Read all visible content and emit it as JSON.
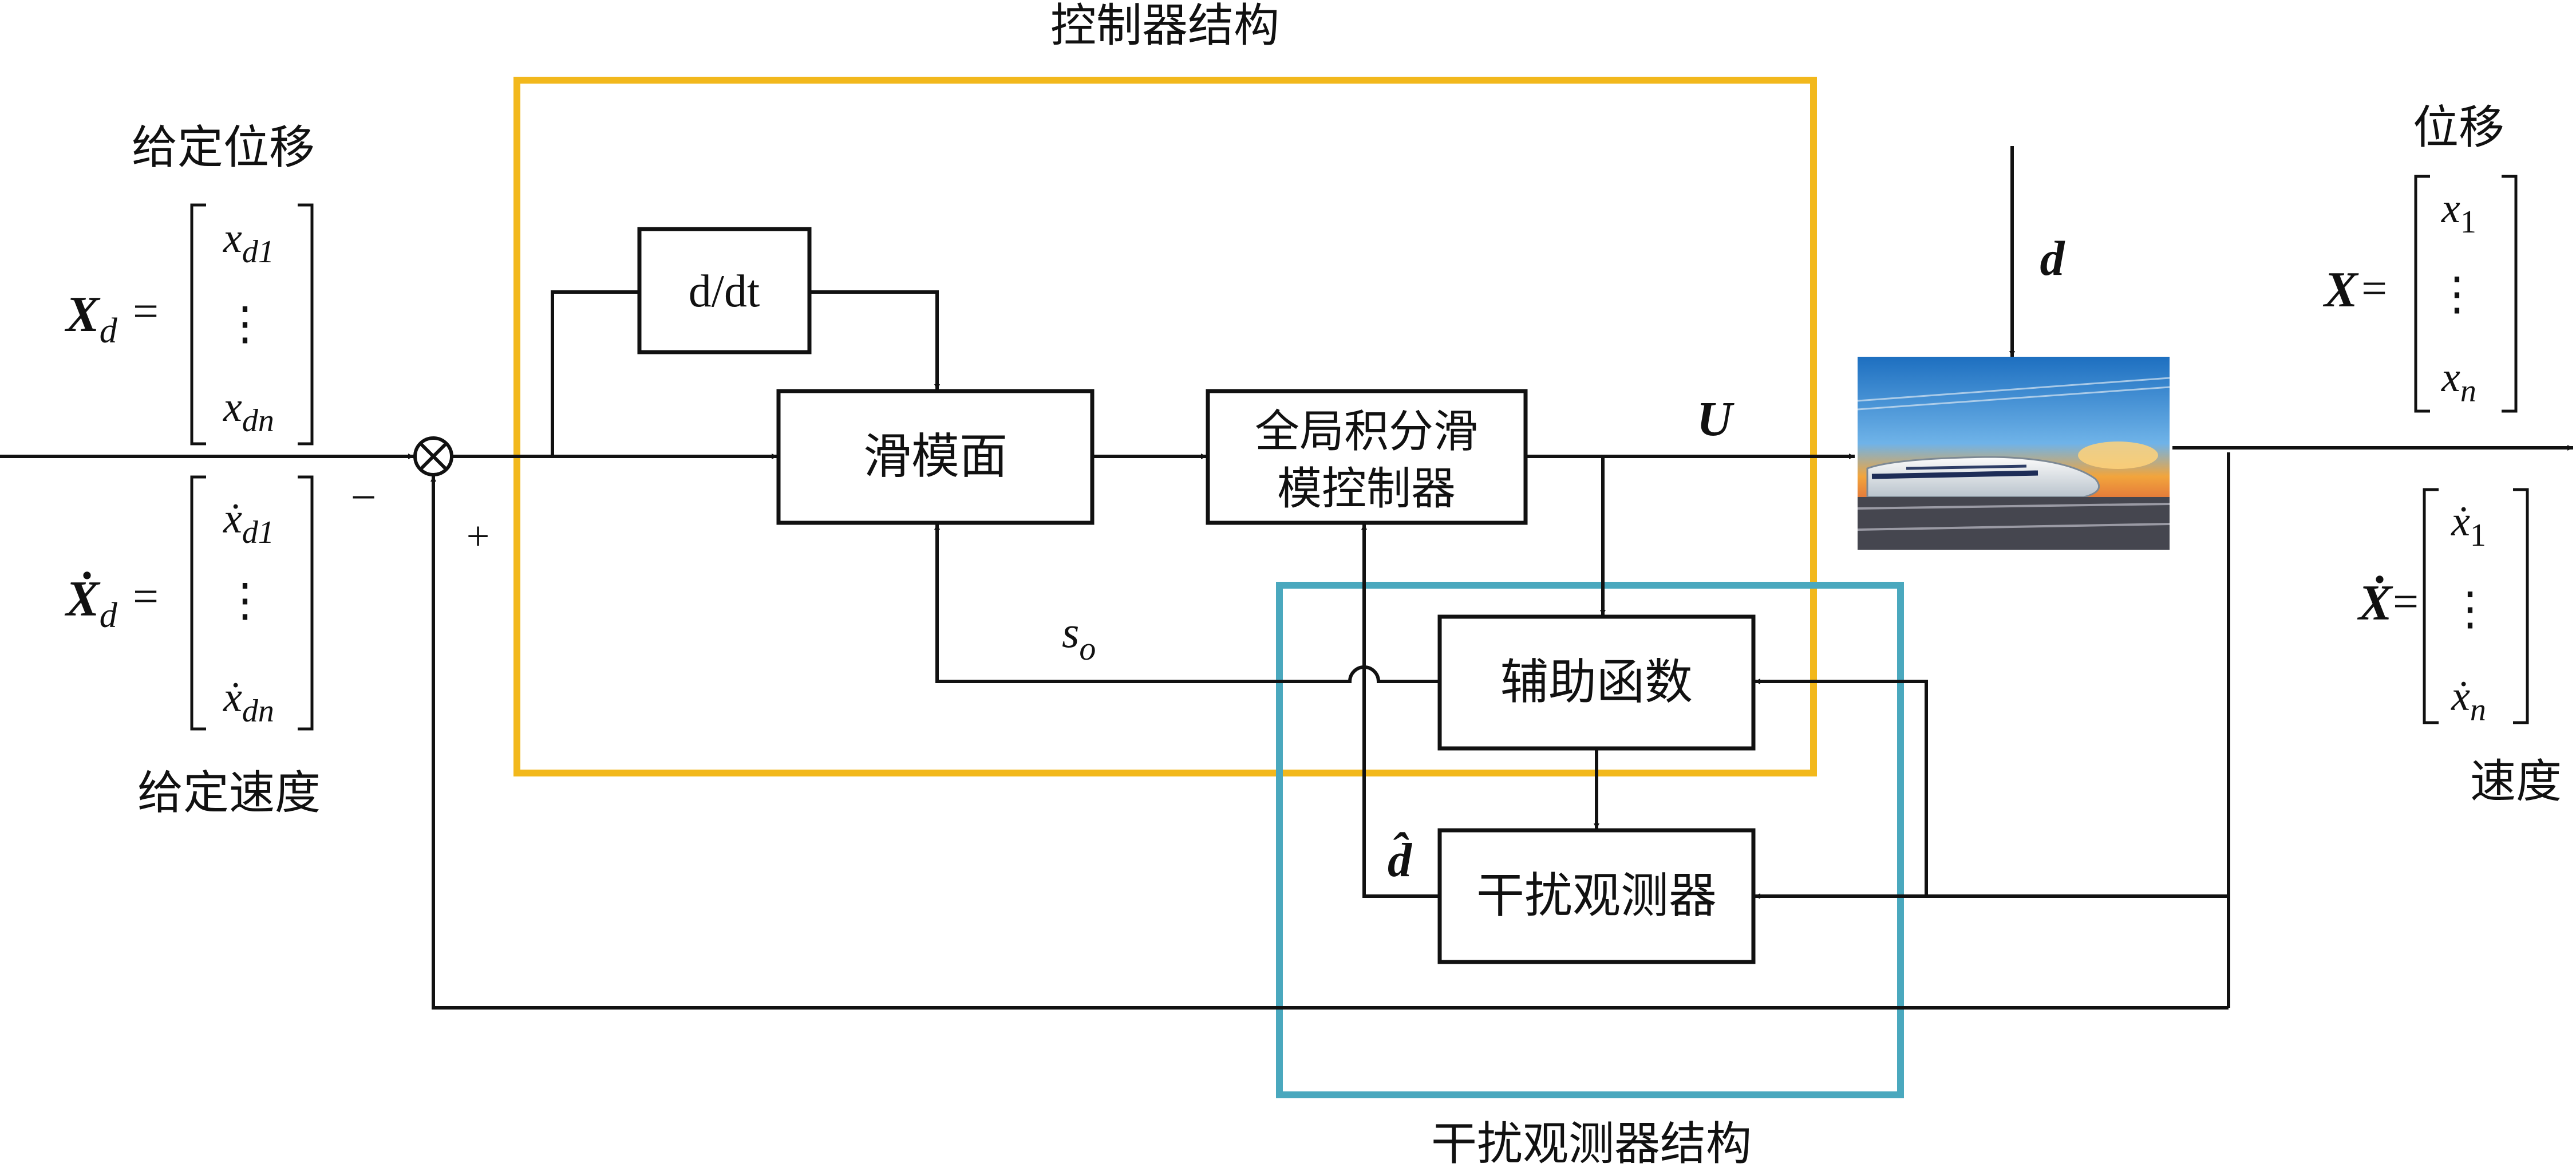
{
  "labels": {
    "controller_structure": "控制器结构",
    "observer_structure": "干扰观测器结构",
    "given_displacement": "给定位移",
    "given_velocity": "给定速度",
    "displacement": "位移",
    "velocity": "速度"
  },
  "blocks": {
    "derivative": "d/dt",
    "sliding_surface": "滑模面",
    "controller_line1": "全局积分滑",
    "controller_line2": "模控制器",
    "auxiliary_function": "辅助函数",
    "disturbance_observer": "干扰观测器"
  },
  "signals": {
    "control_input": "U",
    "disturbance": "d",
    "disturbance_estimate": "d̂",
    "s_o_base": "s",
    "s_o_sub": "o",
    "minus_sign": "−",
    "plus_sign": "+"
  },
  "vectors": {
    "xd_symbol": "X",
    "xd_sub": "d",
    "xd_entry_top": "x",
    "xd_entry_top_sub": "d1",
    "xd_entry_bottom": "x",
    "xd_entry_bottom_sub": "dn",
    "xd_dot_symbol": "Ẋ",
    "xd_dot_sub": "d",
    "xd_dot_entry_top": "ẋ",
    "xd_dot_entry_top_sub": "d1",
    "xd_dot_entry_bottom": "ẋ",
    "xd_dot_entry_bottom_sub": "dn",
    "x_symbol": "X",
    "x_entry_top": "x",
    "x_entry_top_sub": "1",
    "x_entry_bottom": "x",
    "x_entry_bottom_sub": "n",
    "x_dot_symbol": "Ẋ",
    "x_dot_entry_top": "ẋ",
    "x_dot_entry_top_sub": "1",
    "x_dot_entry_bottom": "ẋ",
    "x_dot_entry_bottom_sub": "n",
    "equals": "=",
    "vdots": "⋮"
  },
  "colors": {
    "controller_frame": "#F2B81C",
    "observer_frame": "#4AA8BE",
    "line": "#111111"
  }
}
